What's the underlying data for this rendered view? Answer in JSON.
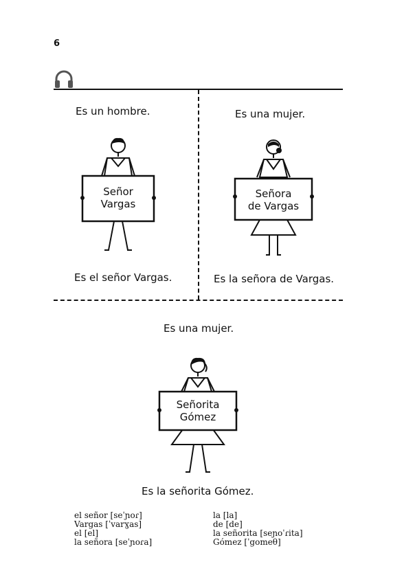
{
  "page_number": "6",
  "icons": {
    "audio": "headphones-icon"
  },
  "panels": {
    "man": {
      "top_caption": "Es un hombre.",
      "sign_line1": "Señor",
      "sign_line2": "Vargas",
      "bottom_caption": "Es el señor Vargas."
    },
    "woman": {
      "top_caption": "Es una mujer.",
      "sign_line1": "Señora",
      "sign_line2": "de Vargas",
      "bottom_caption": "Es la señora de Vargas."
    },
    "girl": {
      "top_caption": "Es una mujer.",
      "sign_line1": "Señorita",
      "sign_line2": "Gómez",
      "bottom_caption": "Es la señorita Gómez."
    }
  },
  "vocabulary": {
    "left": [
      "el señor [seˈɲoɾ]",
      "Vargas [ˈvarɣas]",
      "el [el]",
      "la señora [seˈɲoɾa]"
    ],
    "right": [
      "la [la]",
      "de [de]",
      "la señorita [seɲoˈɾita]",
      "Gómez [ˈgomeθ]"
    ]
  }
}
